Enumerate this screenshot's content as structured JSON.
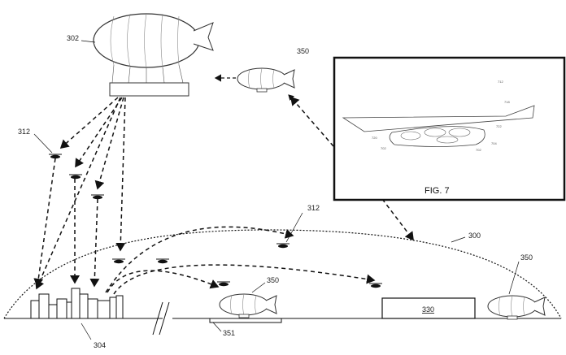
{
  "labels": {
    "airship_main": "302",
    "airship_small_top": "350",
    "drone_left": "312",
    "drone_center": "312",
    "dome": "300",
    "buildings": "304",
    "airship_ground": "350",
    "platform": "351",
    "box": "330",
    "airship_right": "350"
  },
  "inset": {
    "caption": "FIG. 7",
    "labels": [
      "712",
      "718",
      "722",
      "720",
      "702",
      "704",
      "702"
    ]
  }
}
